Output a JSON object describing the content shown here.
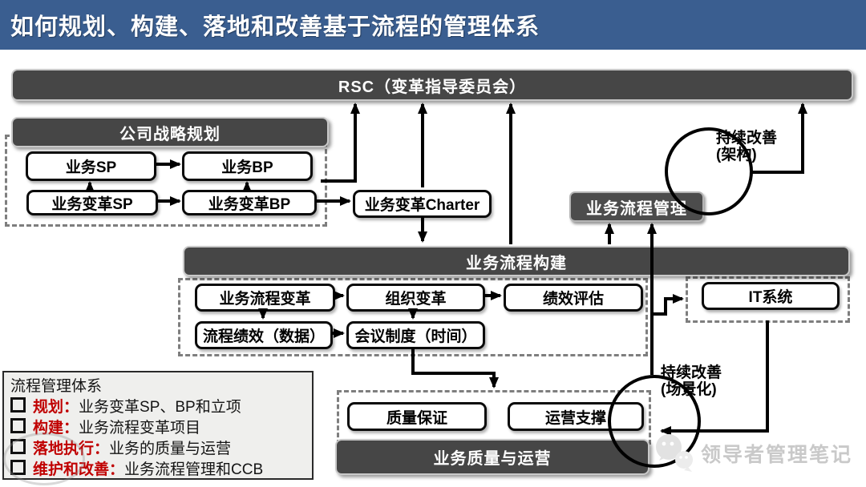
{
  "title": "如何规划、构建、落地和改善基于流程的管理体系",
  "colors": {
    "title_bar_blue": "#3A5E90",
    "bar_dark_gray": "#464646",
    "accent_red": "#C00000",
    "dashed_gray": "#7e7e7e"
  },
  "nodes": {
    "rsc": "RSC（变革指导委员会）",
    "strategy": "公司战略规划",
    "biz_sp": "业务SP",
    "biz_bp": "业务BP",
    "biz_change_sp": "业务变革SP",
    "biz_change_bp": "业务变革BP",
    "charter": "业务变革Charter",
    "bpm": "业务流程管理",
    "build": "业务流程构建",
    "process_change": "业务流程变革",
    "org_change": "组织变革",
    "perf_eval": "绩效评估",
    "process_perf": "流程绩效（数据）",
    "meeting": "会议制度（时间）",
    "it": "IT系统",
    "qa": "质量保证",
    "ops": "运营支撑",
    "quality_ops": "业务质量与运营"
  },
  "labels": {
    "ci_arch_1": "持续改善",
    "ci_arch_2": "(架构)",
    "ci_scene_1": "持续改善",
    "ci_scene_2": "(场景化)"
  },
  "legend": {
    "title": "流程管理体系",
    "items": [
      {
        "term": "规划：",
        "desc": "业务变革SP、BP和立项"
      },
      {
        "term": "构建：",
        "desc": "业务流程变革项目"
      },
      {
        "term": "落地执行：",
        "desc": "业务的质量与运营"
      },
      {
        "term": "维护和改善：",
        "desc": "业务流程管理和CCB"
      }
    ]
  },
  "watermark": {
    "text": "领导者管理笔记"
  }
}
